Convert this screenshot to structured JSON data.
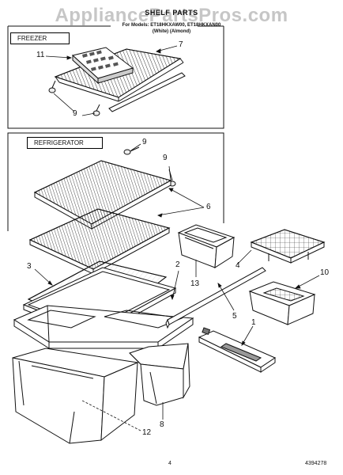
{
  "watermark": "AppliancePartsPros.com",
  "header": {
    "title": "SHELF PARTS",
    "models": "For Models: ET18HKXAW00, ET18HKXAN00",
    "variants": "(White)        (Almond)"
  },
  "sections": {
    "freezer": "FREEZER",
    "refrigerator": "REFRIGERATOR"
  },
  "callouts": {
    "c11": "11",
    "c7": "7",
    "c9a": "9",
    "c9b": "9",
    "c9c": "9",
    "c6": "6",
    "c3": "3",
    "c2": "2",
    "c13": "13",
    "c4": "4",
    "c10": "10",
    "c5": "5",
    "c1": "1",
    "c12": "12",
    "c8": "8"
  },
  "footer": {
    "page": "4",
    "docnum": "4394278"
  },
  "colors": {
    "line": "#111111",
    "paper": "#ffffff",
    "watermark": "#8a8a8a"
  }
}
